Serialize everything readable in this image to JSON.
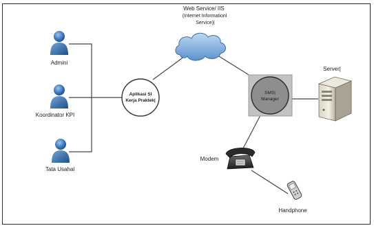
{
  "diagram": {
    "actors": {
      "admin": "Admini",
      "koordinator": "Koordinator KPI",
      "tata_usaha": "Tata Usahal"
    },
    "cloud_label": {
      "line1": "Web Service/ IIS",
      "line2": "(Internet Informationl",
      "line3": "Service)|"
    },
    "app_node": {
      "line1": "Aplikasi SI",
      "line2": "Kerja Praktek|"
    },
    "sms_node": {
      "line1": "SMS|",
      "line2": "Manager"
    },
    "server_label": "Server|",
    "modem_label": "Modem",
    "handphone_label": "Handphone",
    "icons": {
      "actor": "user-icon",
      "cloud": "cloud-icon",
      "server": "server-icon",
      "modem": "telephone-icon",
      "handphone": "mobile-phone-icon"
    },
    "colors": {
      "actor_blue": "#2f6fb5",
      "cloud_blue": "#7fb0e0",
      "sms_box_gray": "#bdbdbd",
      "sms_circle_gray": "#8a8a8a"
    }
  }
}
